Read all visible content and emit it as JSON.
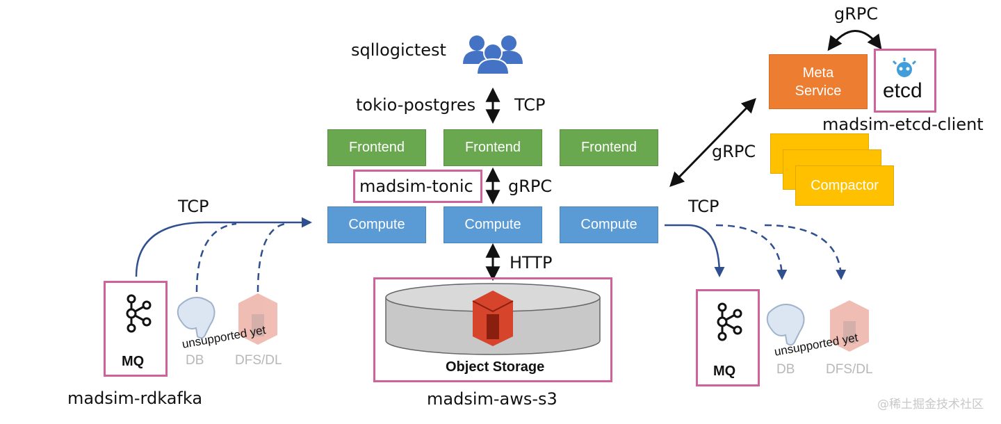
{
  "top": {
    "sqllogictest": "sqllogictest",
    "tokio_postgres": "tokio-postgres",
    "tcp_top": "TCP"
  },
  "frontends": [
    "Frontend",
    "Frontend",
    "Frontend"
  ],
  "computes": [
    "Compute",
    "Compute",
    "Compute"
  ],
  "madsim_tonic": "madsim-tonic",
  "grpc_mid": "gRPC",
  "http": "HTTP",
  "object_storage": {
    "label": "Object Storage",
    "caption": "madsim-aws-s3"
  },
  "meta": {
    "line1": "Meta",
    "line2": "Service",
    "etcd": "etcd",
    "caption": "madsim-etcd-client",
    "grpc_top": "gRPC"
  },
  "grpc_diag": "gRPC",
  "compactor": "Compactor",
  "left": {
    "tcp": "TCP",
    "mq": "MQ",
    "db": "DB",
    "dfs": "DFS/DL",
    "unsupported": "unsupported yet",
    "caption": "madsim-rdkafka"
  },
  "right": {
    "tcp": "TCP",
    "mq": "MQ",
    "db": "DB",
    "dfs": "DFS/DL",
    "unsupported": "unsupported yet"
  },
  "watermark": "@稀土掘金技术社区",
  "colors": {
    "frontend": "#6aa84f",
    "compute": "#5b9bd5",
    "meta": "#ed7d31",
    "compactor": "#ffc000",
    "highlight": "#d0629b",
    "arrow": "#2f4f8f"
  }
}
